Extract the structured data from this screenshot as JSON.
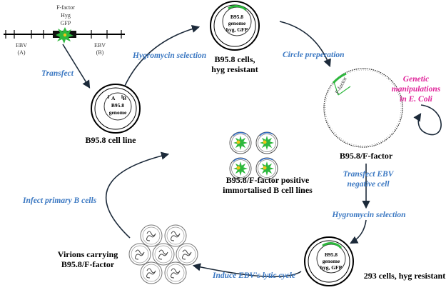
{
  "labels": {
    "ebv_a_1": "EBV",
    "ebv_a_2": "(A)",
    "ebv_b_1": "EBV",
    "ebv_b_2": "(B)",
    "cassette_1": "F-factor",
    "cassette_2": "Hyg",
    "cassette_3": "GFP",
    "genome_1": "B95.8",
    "genome_2": "genome",
    "marker_a": "A",
    "marker_b": "B",
    "genome_hyg_1": "B95.8",
    "genome_hyg_2": "genome",
    "genome_hyg_3": "hyg, GFP",
    "ffactor_tag": "F-factor"
  },
  "steps": {
    "transfect": "Transfect",
    "hyg_selection_1": "Hygromycin selection",
    "circle_prep": "Circle preperation",
    "genetic_1": "Genetic",
    "genetic_2": "manipulations",
    "genetic_3": "in E. Coli",
    "transfect_ebv_1": "Transfect EBV",
    "transfect_ebv_2": "negative cell",
    "hyg_selection_2": "Hygromycin selection",
    "induce": "Induce EBV's lytic cycle",
    "infect": "Infect primary B cells"
  },
  "stages": {
    "cell_line": "B95.8 cell line",
    "hyg_resistant_1": "B95.8 cells,",
    "hyg_resistant_2": "hyg resistant",
    "bfactor": "B95.8/F-factor",
    "cells293": "293 cells, hyg resistant",
    "virions_1": "Virions carrying",
    "virions_2": "B95.8/F-factor",
    "immortal_1": "B95.8/F-factor positive",
    "immortal_2": "immortalised B cell lines"
  },
  "colors": {
    "step_text": "#3b78c2",
    "highlight": "#e0249a",
    "gfp_green": "#2db83d",
    "arrow": "#1c2a3a"
  }
}
